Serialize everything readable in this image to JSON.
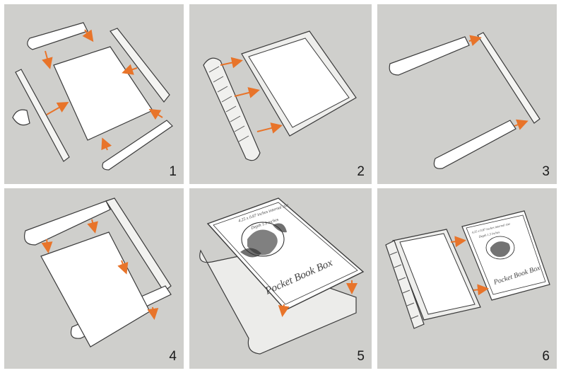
{
  "steps": [
    {
      "number": "1"
    },
    {
      "number": "2"
    },
    {
      "number": "3"
    },
    {
      "number": "4"
    },
    {
      "number": "5"
    },
    {
      "number": "6"
    }
  ],
  "lid": {
    "title": "Pocket Book Box",
    "dimensions": "4.25 x 0.87 inches internal size",
    "depth": "Depth 1.5 inches"
  },
  "colors": {
    "background": "#cfcfcc",
    "part_fill": "#ffffff",
    "part_edge": "#3a3a3a",
    "arrow": "#e8742a"
  }
}
